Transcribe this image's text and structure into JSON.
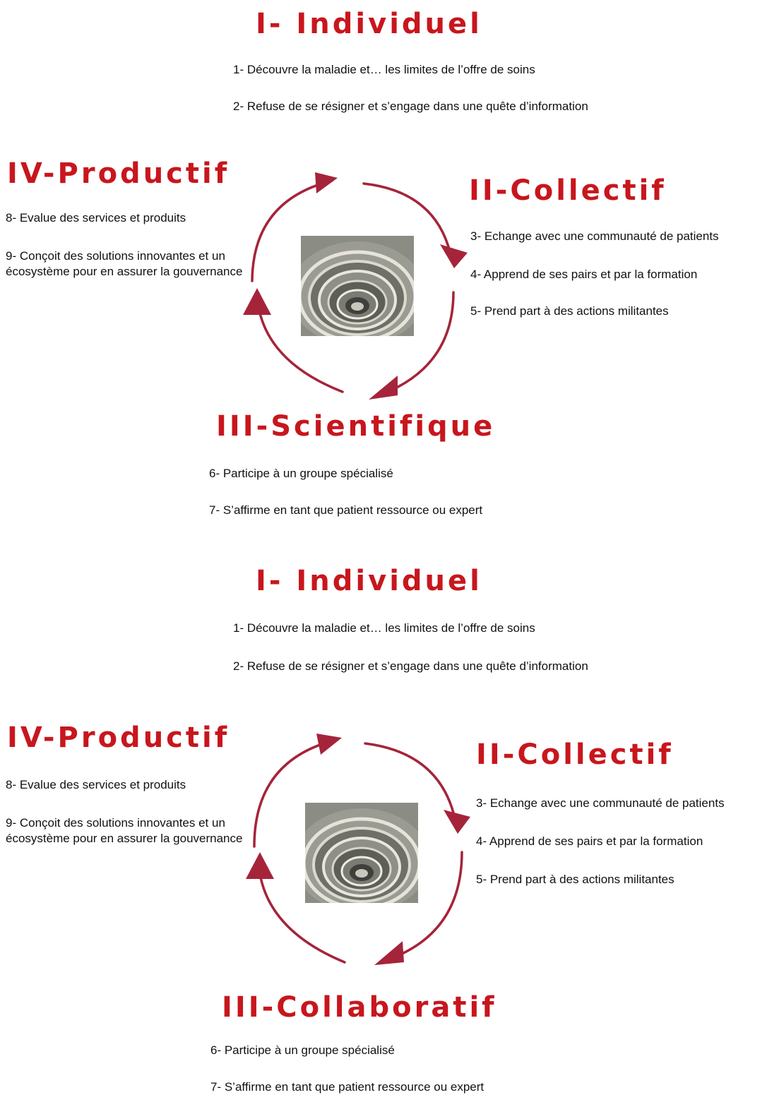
{
  "theme": {
    "heading_color": "#c8161d",
    "arrow_color": "#a5243a"
  },
  "diagram_1": {
    "individuel": {
      "title": "I- Individuel",
      "items": [
        "1- Découvre la maladie et… les limites de l’offre de soins",
        "2- Refuse de se résigner et s’engage dans une quête d’information"
      ]
    },
    "collectif": {
      "title": "II-Collectif",
      "items": [
        "3- Echange avec une communauté de patients",
        "4- Apprend de ses pairs et par la formation",
        "5- Prend part à des actions militantes"
      ]
    },
    "third": {
      "title": "III-Scientifique",
      "items": [
        "6- Participe à un groupe spécialisé",
        "7- S’affirme en tant que patient ressource ou expert"
      ]
    },
    "productif": {
      "title": "IV-Productif",
      "items": [
        "8- Evalue des services et produits",
        "9- Conçoit des solutions innovantes et un écosystème pour en assurer la gouvernance"
      ]
    }
  },
  "diagram_2": {
    "individuel": {
      "title": "I- Individuel",
      "items": [
        "1- Découvre la maladie et… les limites de l’offre de soins",
        "2- Refuse de se résigner et s’engage dans une quête d’information"
      ]
    },
    "collectif": {
      "title": "II-Collectif",
      "items": [
        "3- Echange avec une communauté de patients",
        "4- Apprend de ses pairs et par la formation",
        "5- Prend part à des actions militantes"
      ]
    },
    "third": {
      "title": "III-Collaboratif",
      "items": [
        "6- Participe à un groupe spécialisé",
        "7- S’affirme en tant que patient ressource ou expert"
      ]
    },
    "productif": {
      "title": "IV-Productif",
      "items": [
        "8- Evalue des services et produits",
        "9- Conçoit des solutions innovantes et un écosystème pour en assurer la gouvernance"
      ]
    }
  }
}
